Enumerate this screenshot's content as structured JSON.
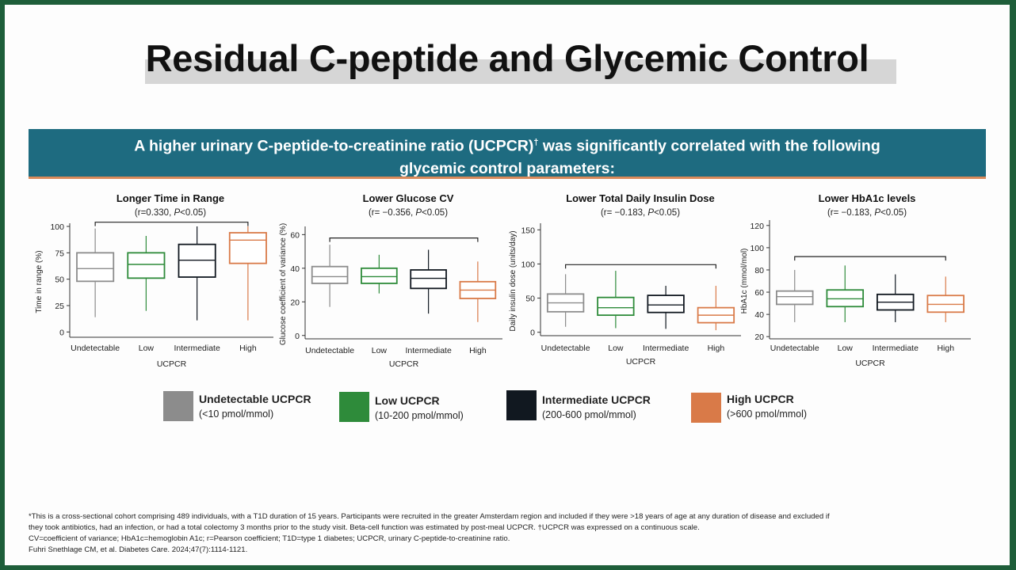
{
  "title": "Residual C-peptide and Glycemic Control",
  "banner": {
    "line1_pre": "A higher urinary C-peptide-to-creatinine ratio (UCPCR)",
    "dagger": "†",
    "line1_post": " was significantly correlated with the following",
    "line2": "glycemic control parameters:"
  },
  "colors": {
    "Undetectable": "#8c8c8c",
    "Low": "#2e8b3a",
    "Intermediate": "#111820",
    "High": "#d97a48",
    "banner": "#1e6b80"
  },
  "chart_data": [
    {
      "type": "box",
      "title": "Longer Time in Range",
      "stat_prefix": "(r=0.330, ",
      "stat_p": "P",
      "stat_suffix": "<0.05)",
      "ylabel": "Time in range (%)",
      "xlabel": "UCPCR",
      "ylim": [
        -5,
        100
      ],
      "yticks": [
        0,
        25,
        50,
        75,
        100
      ],
      "categories": [
        "Undetectable",
        "Low",
        "Intermediate",
        "High"
      ],
      "boxes": [
        {
          "min": 14,
          "q1": 48,
          "median": 60,
          "q3": 75,
          "max": 98
        },
        {
          "min": 20,
          "q1": 51,
          "median": 64,
          "q3": 75,
          "max": 91
        },
        {
          "min": 11,
          "q1": 52,
          "median": 68,
          "q3": 83,
          "max": 100
        },
        {
          "min": 11,
          "q1": 65,
          "median": 87,
          "q3": 94,
          "max": 100
        }
      ],
      "bracket_y": 104
    },
    {
      "type": "box",
      "title": "Lower Glucose CV",
      "stat_prefix": "(r= −0.356, ",
      "stat_p": "P",
      "stat_suffix": "<0.05)",
      "ylabel": "Glucose coefficient of variance (%)",
      "xlabel": "UCPCR",
      "ylim": [
        -2,
        63
      ],
      "yticks": [
        0,
        20,
        40,
        60
      ],
      "categories": [
        "Undetectable",
        "Low",
        "Intermediate",
        "High"
      ],
      "boxes": [
        {
          "min": 17,
          "q1": 31,
          "median": 35,
          "q3": 41,
          "max": 54
        },
        {
          "min": 25,
          "q1": 31,
          "median": 35,
          "q3": 40,
          "max": 48
        },
        {
          "min": 13,
          "q1": 28,
          "median": 34,
          "q3": 39,
          "max": 51
        },
        {
          "min": 8,
          "q1": 22,
          "median": 27,
          "q3": 32,
          "max": 44
        }
      ],
      "bracket_y": 58
    },
    {
      "type": "box",
      "title": "Lower Total Daily Insulin Dose",
      "stat_prefix": "(r= −0.183, ",
      "stat_p": "P",
      "stat_suffix": "<0.05)",
      "ylabel": "Daily insulin dose (units/day)",
      "xlabel": "UCPCR",
      "ylim": [
        -5,
        155
      ],
      "yticks": [
        0,
        50,
        100,
        150
      ],
      "categories": [
        "Undetectable",
        "Low",
        "Intermediate",
        "High"
      ],
      "boxes": [
        {
          "min": 8,
          "q1": 30,
          "median": 43,
          "q3": 56,
          "max": 85
        },
        {
          "min": 6,
          "q1": 25,
          "median": 36,
          "q3": 51,
          "max": 90
        },
        {
          "min": 5,
          "q1": 29,
          "median": 40,
          "q3": 54,
          "max": 68
        },
        {
          "min": 3,
          "q1": 14,
          "median": 25,
          "q3": 36,
          "max": 68
        }
      ],
      "bracket_y": 99
    },
    {
      "type": "box",
      "title": "Lower HbA1c levels",
      "stat_prefix": "(r= −0.183, ",
      "stat_p": "P",
      "stat_suffix": "<0.05)",
      "ylabel": "HbA1c (mmol/mol)",
      "xlabel": "UCPCR",
      "ylim": [
        18,
        122
      ],
      "yticks": [
        20,
        40,
        60,
        80,
        100,
        120
      ],
      "categories": [
        "Undetectable",
        "Low",
        "Intermediate",
        "High"
      ],
      "boxes": [
        {
          "min": 33,
          "q1": 49,
          "median": 56,
          "q3": 61,
          "max": 80
        },
        {
          "min": 33,
          "q1": 47,
          "median": 54,
          "q3": 62,
          "max": 84
        },
        {
          "min": 33,
          "q1": 44,
          "median": 51,
          "q3": 58,
          "max": 76
        },
        {
          "min": 33,
          "q1": 42,
          "median": 49,
          "q3": 57,
          "max": 74
        }
      ],
      "bracket_y": 92
    }
  ],
  "legend": [
    {
      "label": "Undetectable UCPCR",
      "sub": "(<10 pmol/mmol)",
      "color": "#8c8c8c"
    },
    {
      "label": "Low UCPCR",
      "sub": "(10-200 pmol/mmol)",
      "color": "#2e8b3a"
    },
    {
      "label": "Intermediate UCPCR",
      "sub": "(200-600 pmol/mmol)",
      "color": "#111820"
    },
    {
      "label": "High UCPCR",
      "sub": "(>600 pmol/mmol)",
      "color": "#d97a48"
    }
  ],
  "footnote": {
    "line1": "*This is a cross-sectional cohort comprising 489 individuals, with a T1D duration of 15 years. Participants were recruited in the greater Amsterdam region and included if they were >18 years of age at any duration of disease and excluded if",
    "line2": "they took antibiotics, had an infection, or had a total colectomy 3 months prior to the study visit. Beta-cell function was estimated by post-meal UCPCR. †UCPCR was expressed on a continuous scale.",
    "line3": "CV=coefficient of variance; HbA1c=hemoglobin A1c; r=Pearson coefficient; T1D=type 1 diabetes; UCPCR, urinary C-peptide-to-creatinine ratio.",
    "line4": "Fuhri Snethlage CM, et al. Diabetes Care. 2024;47(7):1114-1121."
  }
}
